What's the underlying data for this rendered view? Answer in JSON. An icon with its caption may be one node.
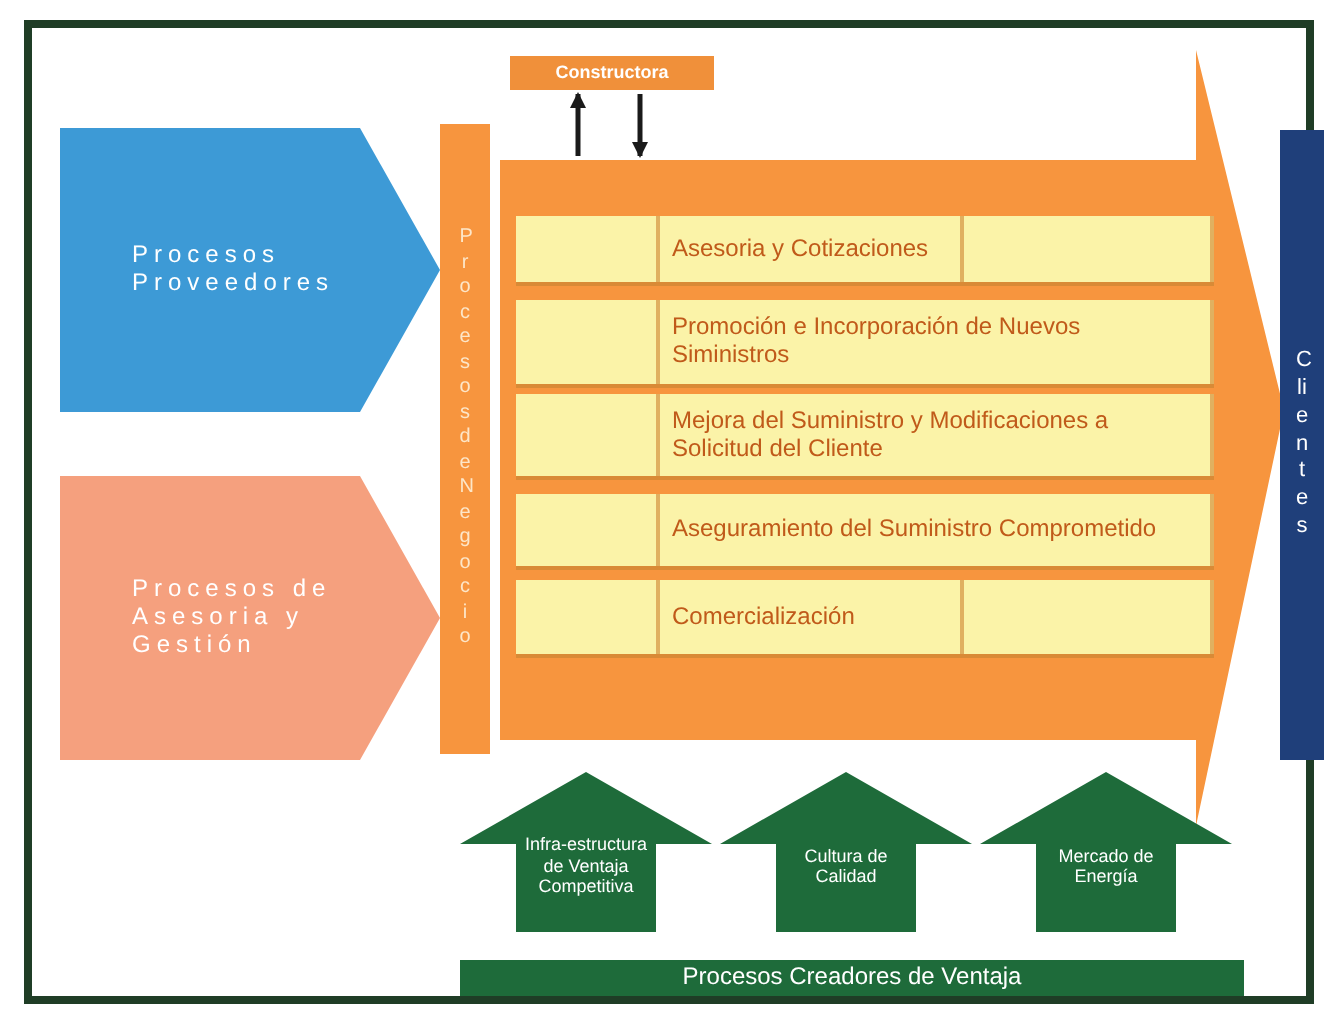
{
  "diagram": {
    "nodes": [
      {
        "text": [
          "Procesos Proveedores"
        ]
      },
      {
        "text": [
          "Procesos de Asesoria y Gestión"
        ]
      },
      {
        "text": [
          "Procesos de Negocio"
        ]
      },
      {
        "text": [],
        "shape": "chevron"
      },
      {
        "text": [
          "Constructora"
        ]
      },
      {
        "text": [],
        "shape": "box",
        "in": 3
      },
      {
        "text": [
          "Asesoria y Cotizaciones"
        ],
        "in": 3
      },
      {
        "text": [],
        "shape": "box",
        "in": 3
      },
      {
        "text": [],
        "shape": "box",
        "in": 3
      },
      {
        "text": [
          "Promoción e Incorporación de Nuevos Siministros"
        ],
        "in": 3
      },
      {
        "text": [],
        "shape": "box",
        "in": 3
      },
      {
        "text": [
          "Mejora del Suministro y Modificaciones a Solicitud del Cliente"
        ],
        "in": 3
      },
      {
        "text": [],
        "shape": "box",
        "in": 3
      },
      {
        "text": [
          "Aseguramiento del Suministro Comprometido"
        ],
        "in": 3
      },
      {
        "text": [],
        "shape": "box",
        "in": 3
      },
      {
        "text": [
          "Comercialización"
        ],
        "in": 3
      },
      {
        "text": [],
        "shape": "box",
        "in": 3
      },
      {
        "text": [
          "Clientes"
        ]
      },
      {
        "text": [
          "Infra-estructura de Ventaja Competitiva"
        ]
      },
      {
        "text": [
          "Cultura de Calidad"
        ]
      },
      {
        "text": [
          "Mercado de Energía"
        ]
      },
      {
        "text": [
          "Procesos Creadores de Ventaja"
        ]
      }
    ],
    "edges": [
      {
        "from": 3,
        "to": 4,
        "arrow": "to"
      },
      {
        "from": 4,
        "to": 3,
        "arrow": "to"
      }
    ]
  }
}
